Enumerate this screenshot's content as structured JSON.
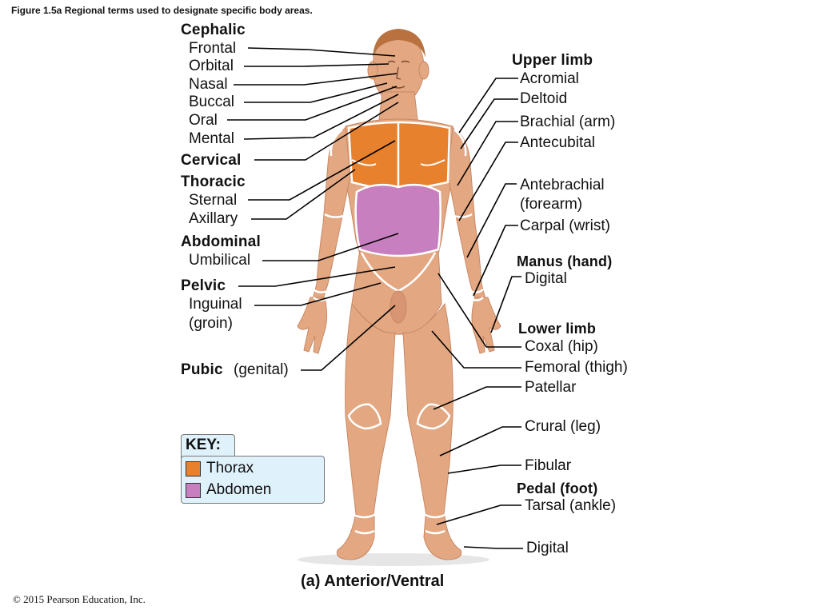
{
  "caption": "Figure 1.5a Regional terms used to designate specific body areas.",
  "view_title": "(a) Anterior/Ventral",
  "copyright": "© 2015 Pearson Education, Inc.",
  "left_labels": {
    "cephalic": "Cephalic",
    "frontal": "Frontal",
    "orbital": "Orbital",
    "nasal": "Nasal",
    "buccal": "Buccal",
    "oral": "Oral",
    "mental": "Mental",
    "cervical": "Cervical",
    "thoracic": "Thoracic",
    "sternal": "Sternal",
    "axillary": "Axillary",
    "abdominal": "Abdominal",
    "umbilical": "Umbilical",
    "pelvic": "Pelvic",
    "inguinal": "Inguinal",
    "groin": "(groin)",
    "pubic": "Pubic",
    "genital": "(genital)"
  },
  "right_labels": {
    "upper_limb": "Upper limb",
    "acromial": "Acromial",
    "deltoid": "Deltoid",
    "brachial": "Brachial (arm)",
    "antecubital": "Antecubital",
    "antebrachial": "Antebrachial",
    "forearm": "(forearm)",
    "carpal": "Carpal (wrist)",
    "manus": "Manus (hand)",
    "digital_hand": "Digital",
    "lower_limb": "Lower limb",
    "coxal": "Coxal (hip)",
    "femoral": "Femoral (thigh)",
    "patellar": "Patellar",
    "crural": "Crural (leg)",
    "fibular": "Fibular",
    "pedal": "Pedal (foot)",
    "tarsal": "Tarsal (ankle)",
    "digital_foot": "Digital"
  },
  "key": {
    "title": "KEY:",
    "items": [
      {
        "label": "Thorax",
        "color": "#e8812e"
      },
      {
        "label": "Abdomen",
        "color": "#c77fbf"
      }
    ]
  },
  "colors": {
    "skin": "#e3a882",
    "skin_shadow": "#c98864",
    "hair": "#b8713f",
    "thorax": "#e8812e",
    "abdomen": "#c77fbf",
    "region_outline": "#ffffff",
    "key_background": "#dff1fb"
  }
}
